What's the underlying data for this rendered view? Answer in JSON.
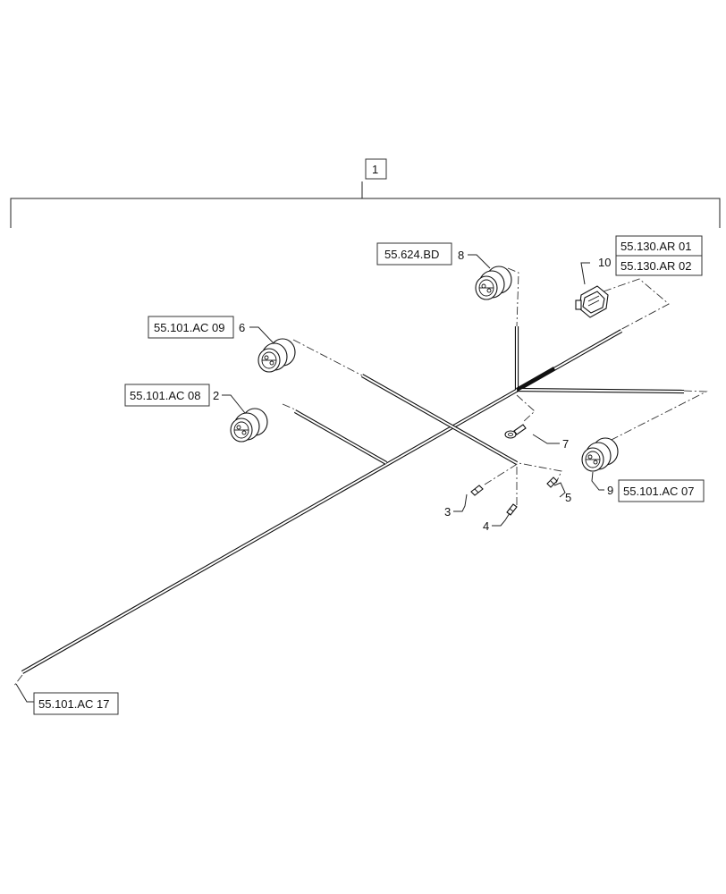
{
  "callouts": {
    "assembly": "1",
    "connector_2": "2",
    "terminal_3": "3",
    "terminal_4": "4",
    "terminal_5": "5",
    "connector_6": "6",
    "ring_terminal_7": "7",
    "connector_8": "8",
    "connector_9": "9",
    "connector_10": "10"
  },
  "references": {
    "ref_8": "55.624.BD",
    "ref_6": "55.101.AC 09",
    "ref_2": "55.101.AC 08",
    "ref_10_a": "55.130.AR 01",
    "ref_10_b": "55.130.AR 02",
    "ref_9": "55.101.AC 07",
    "ref_end": "55.101.AC 17"
  }
}
